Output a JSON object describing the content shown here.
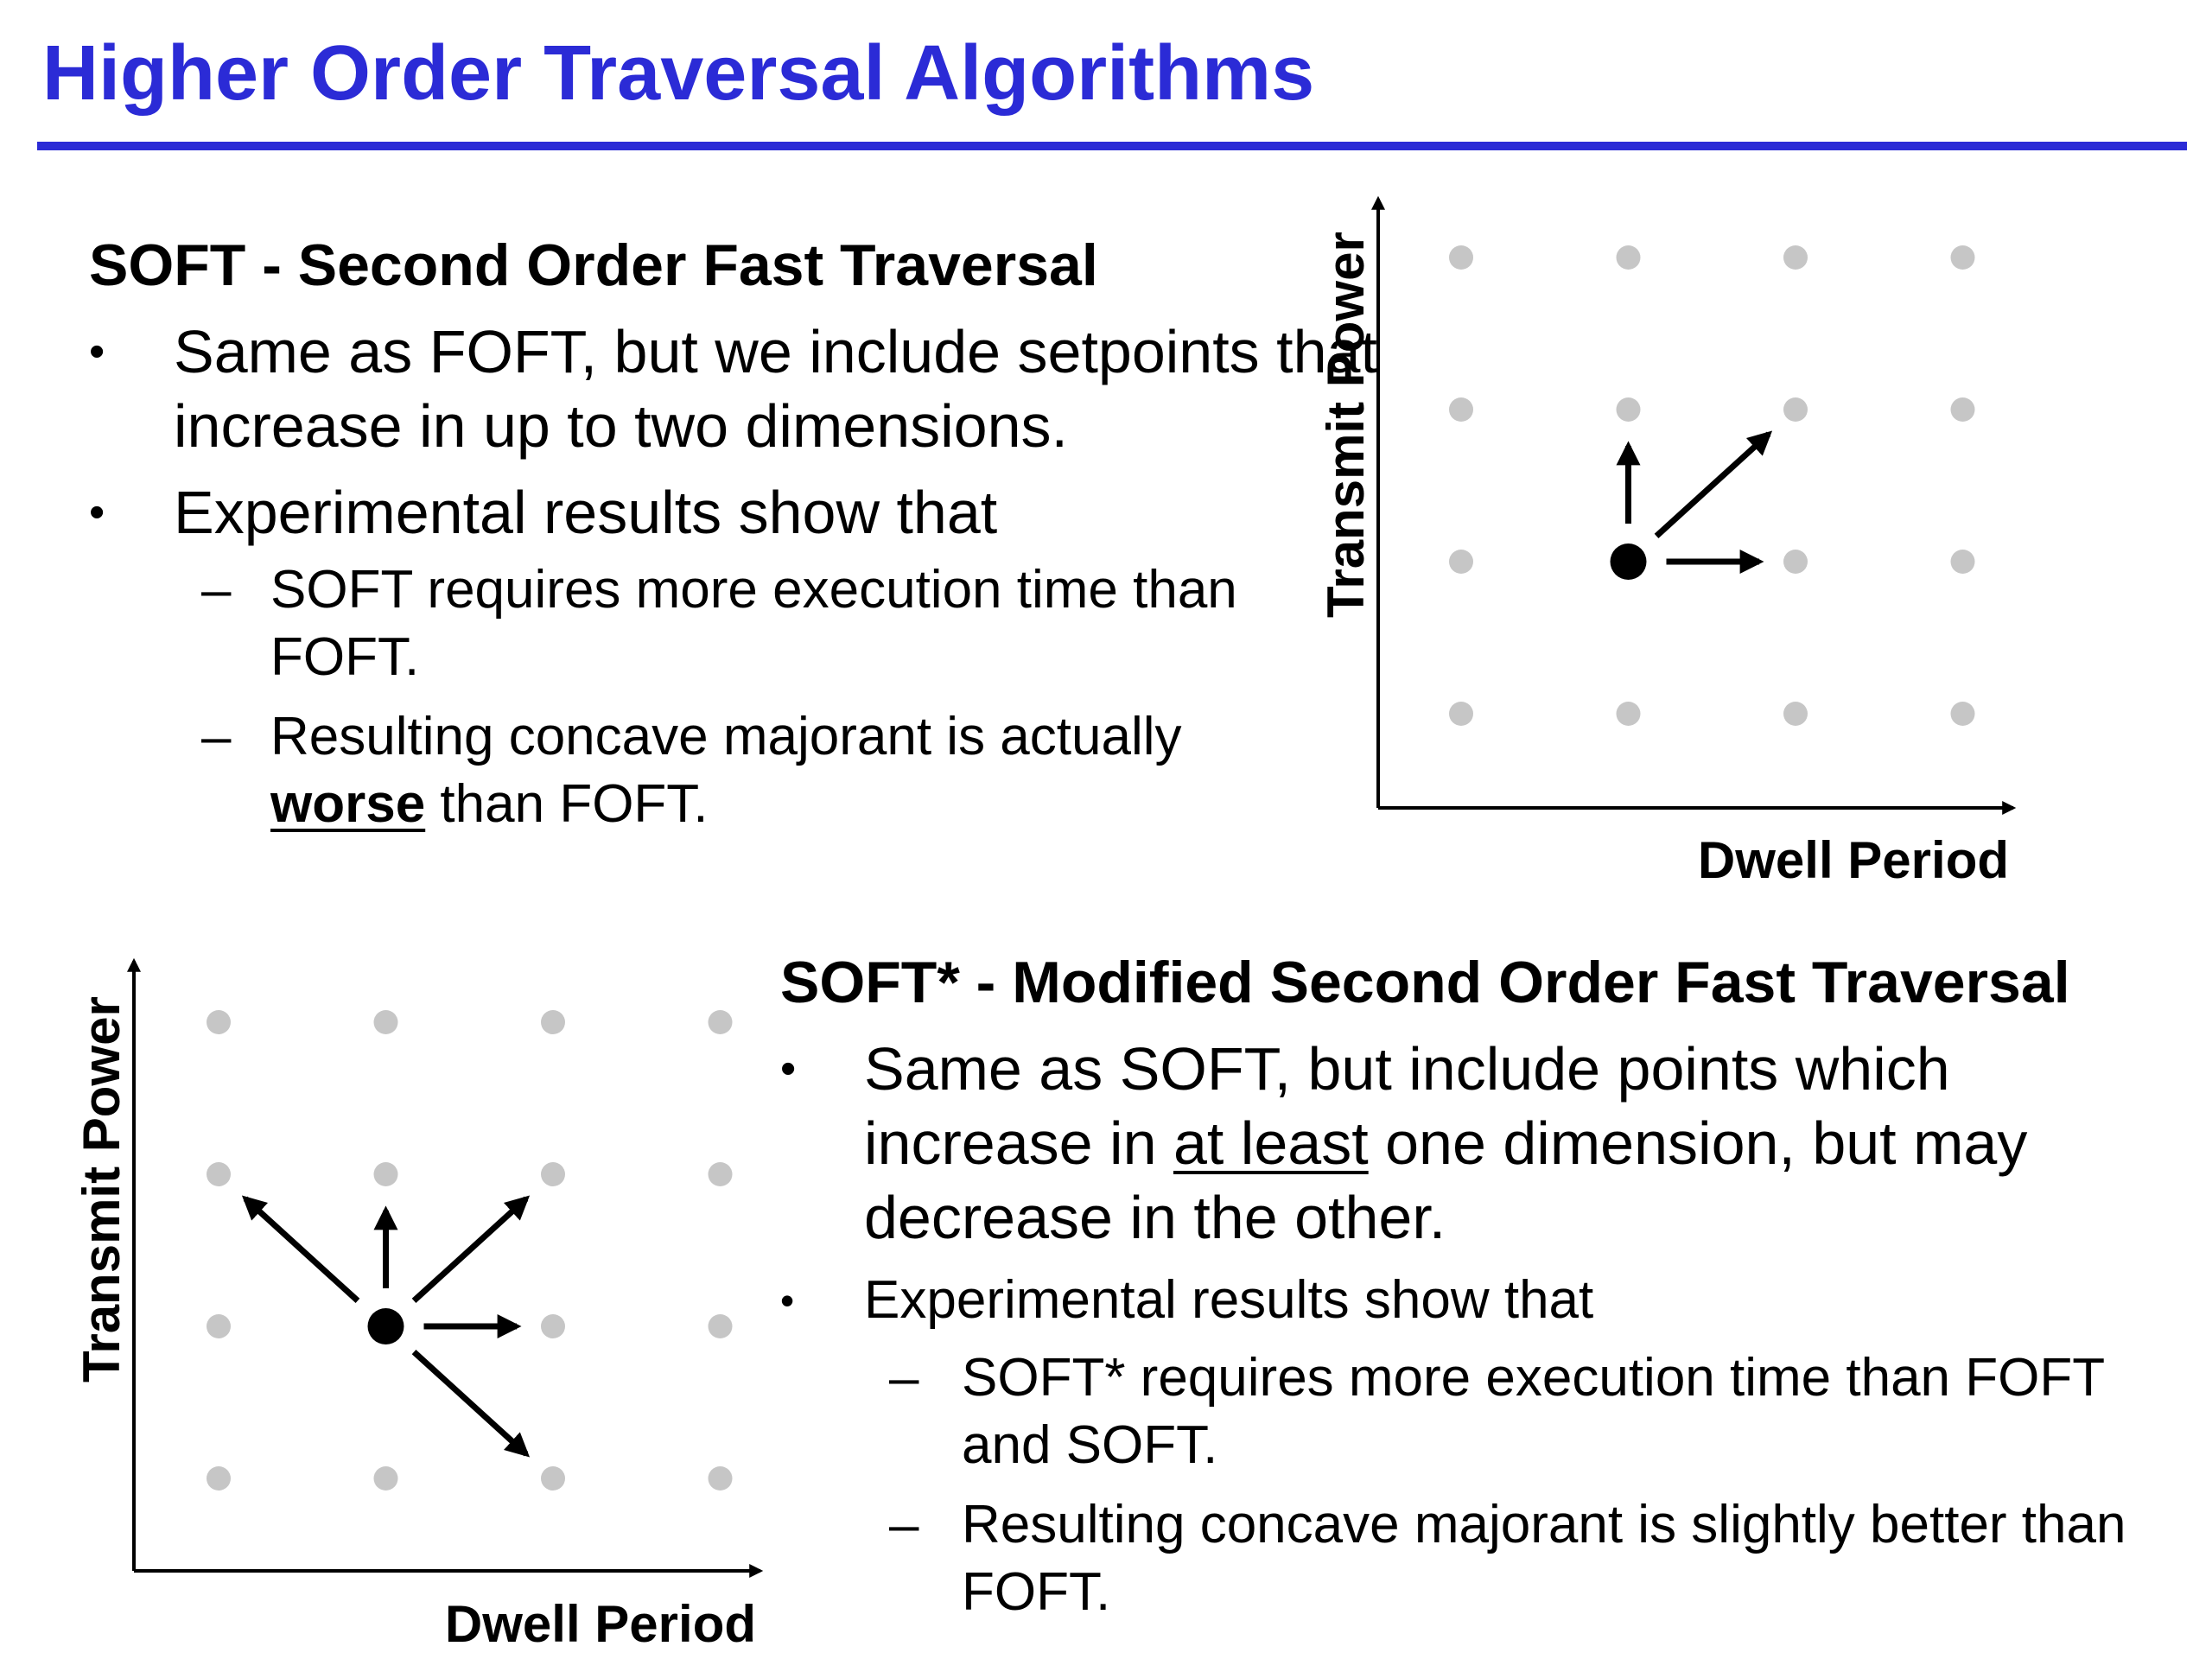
{
  "title": "Higher Order Traversal Algorithms",
  "soft": {
    "heading": "SOFT - Second Order Fast Traversal",
    "bullet1": "Same as FOFT, but we include setpoints that increase in up to two dimensions.",
    "bullet2": "Experimental results show that",
    "sub1": "SOFT requires more execution time than FOFT.",
    "sub2_emph": "worse",
    "sub2_before": "Resulting concave majorant is actually ",
    "sub2_after": " than FOFT."
  },
  "soft_star": {
    "heading": "SOFT* - Modified Second Order Fast Traversal",
    "bullet1_before": "Same as SOFT, but include points which increase in ",
    "bullet1_emph": "at least",
    "bullet1_after": " one dimension, but may decrease in the other.",
    "bullet2": "Experimental results show that",
    "sub1": "SOFT* requires more execution time than FOFT and SOFT.",
    "sub2": "Resulting concave majorant is slightly better than FOFT."
  },
  "markers": {
    "bullet": "•",
    "dash": "–"
  },
  "diagram_top": {
    "x_axis_label": "Dwell Period",
    "y_axis_label": "Transmit Power",
    "grid_cols": 4,
    "grid_rows": 4,
    "current_point": {
      "col": 1,
      "row": 2
    },
    "moves": [
      {
        "dcol": 1,
        "drow": 0
      },
      {
        "dcol": 0,
        "drow": -1
      },
      {
        "dcol": 1,
        "drow": -1
      }
    ]
  },
  "diagram_bottom": {
    "x_axis_label": "Dwell Period",
    "y_axis_label": "Transmit Power",
    "grid_cols": 4,
    "grid_rows": 4,
    "current_point": {
      "col": 1,
      "row": 2
    },
    "moves": [
      {
        "dcol": 1,
        "drow": 0
      },
      {
        "dcol": 0,
        "drow": -1
      },
      {
        "dcol": 1,
        "drow": -1
      },
      {
        "dcol": -1,
        "drow": -1
      },
      {
        "dcol": 1,
        "drow": 1
      }
    ]
  },
  "colors": {
    "title": "#2b2bd6",
    "grid_dot": "#c6c6c6",
    "ink": "#000000"
  }
}
